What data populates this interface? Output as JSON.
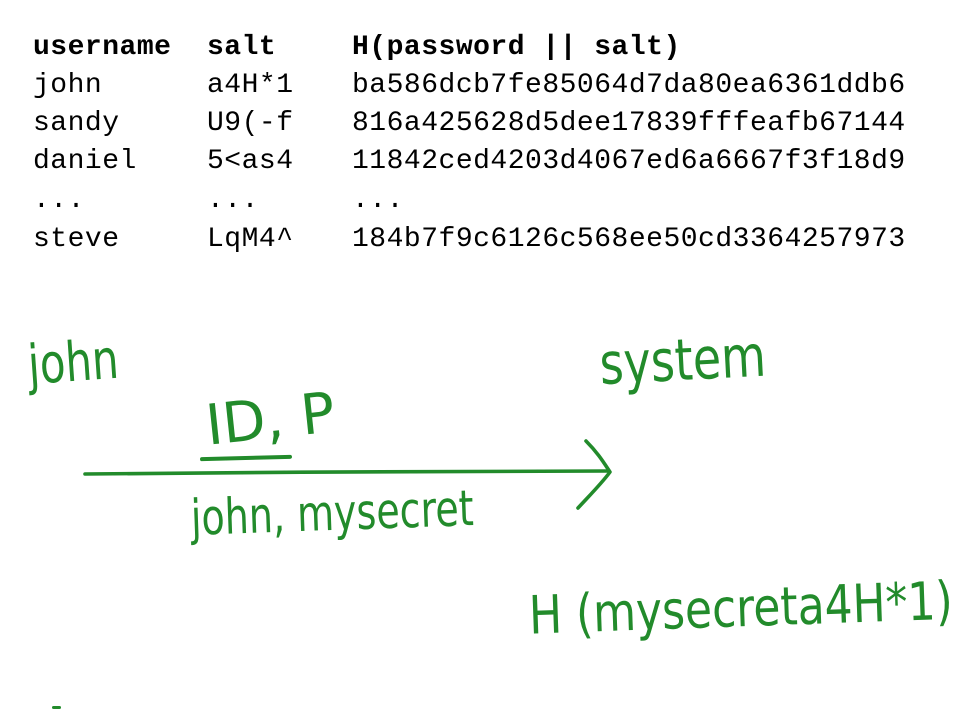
{
  "colors": {
    "background": "#ffffff",
    "table_ink": "#000000",
    "pen_green": "#228b2b"
  },
  "password_table": {
    "headers": [
      "username",
      "salt",
      "H(password || salt)"
    ],
    "rows": [
      [
        "john",
        "a4H*1",
        "ba586dcb7fe85064d7da80ea6361ddb6"
      ],
      [
        "sandy",
        "U9(-f",
        "816a425628d5dee17839fffeafb67144"
      ],
      [
        "daniel",
        "5<as4",
        "11842ced4203d4067ed6a6667f3f18d9"
      ],
      [
        "...",
        "...",
        "..."
      ],
      [
        "steve",
        "LqM4^",
        "184b7f9c6126c568ee50cd3364257973"
      ]
    ]
  },
  "diagram": {
    "user_label": "john",
    "system_label": "system",
    "message_label": "ID, P",
    "message_example": "john, mysecret",
    "hash_expression": "H (mysecreta4H*1)"
  }
}
